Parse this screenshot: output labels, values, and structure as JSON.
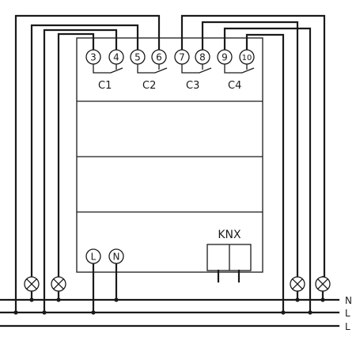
{
  "terminals": [
    {
      "label": "3"
    },
    {
      "label": "4"
    },
    {
      "label": "5"
    },
    {
      "label": "6"
    },
    {
      "label": "7"
    },
    {
      "label": "8"
    },
    {
      "label": "9"
    },
    {
      "label": "10"
    }
  ],
  "channels": [
    "C1",
    "C2",
    "C3",
    "C4"
  ],
  "power_terminals": [
    "L",
    "N"
  ],
  "bus_label": "KNX",
  "bus_lines": [
    "N",
    "L",
    "L"
  ],
  "lamp_count": 4
}
